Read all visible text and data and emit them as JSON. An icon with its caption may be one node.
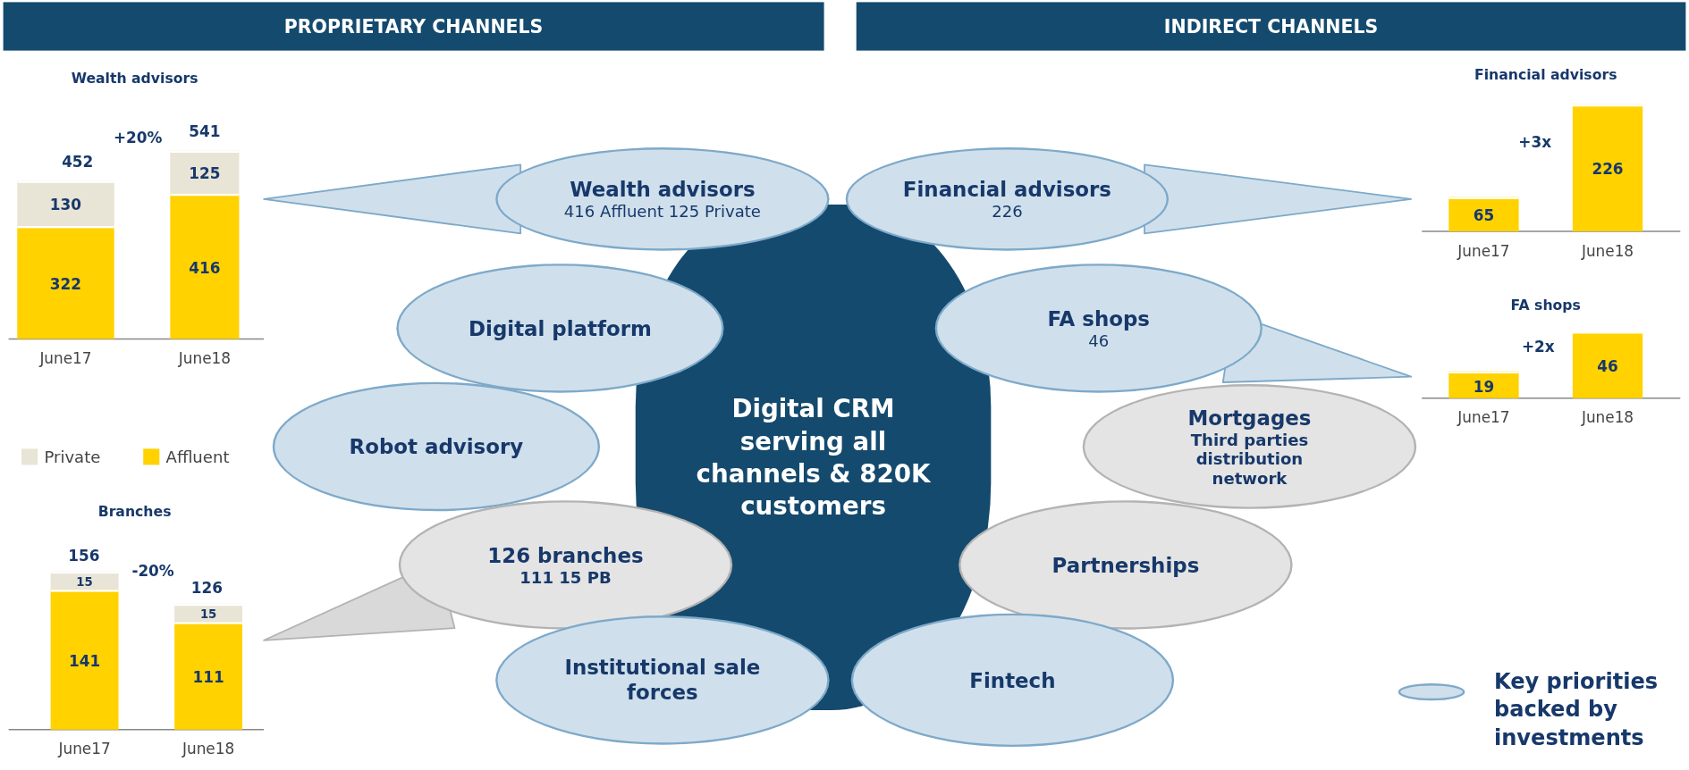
{
  "diagram": {
    "nodes": [
      {
        "text": [
          "PROPRIETARY CHANNELS"
        ]
      },
      {
        "text": [
          "INDIRECT CHANNELS"
        ]
      },
      {
        "text": [
          "Wealth advisors"
        ]
      },
      {
        "text": [
          "130"
        ],
        "in": 2
      },
      {
        "text": [
          "322"
        ],
        "in": 2,
        "beside": [
          "June17"
        ]
      },
      {
        "text": [
          "125"
        ],
        "in": 2
      },
      {
        "text": [
          "416"
        ],
        "in": 2,
        "beside": [
          "June18"
        ]
      },
      {
        "text": [
          "Wealth advisors",
          "416 Affluent 125 Private"
        ]
      },
      {
        "text": [
          "Financial advisors",
          "226"
        ]
      },
      {
        "text": [
          "Financial advisors"
        ]
      },
      {
        "text": [
          "65"
        ],
        "in": 9,
        "beside": [
          "June17"
        ]
      },
      {
        "text": [
          "226"
        ],
        "in": 9,
        "beside": [
          "June18"
        ]
      },
      {
        "text": [
          "Digital platform"
        ]
      },
      {
        "text": [
          "FA shops",
          "46"
        ]
      },
      {
        "text": [
          "FA shops"
        ]
      },
      {
        "text": [
          "19"
        ],
        "in": 14,
        "beside": [
          "June17"
        ]
      },
      {
        "text": [
          "46"
        ],
        "in": 14,
        "beside": [
          "June18"
        ]
      },
      {
        "text": [
          "Digital CRM serving all channels & 820K customers"
        ]
      },
      {
        "text": [
          "Robot advisory"
        ]
      },
      {
        "text": [
          "Mortgages",
          "Third parties distribution network"
        ]
      },
      {
        "text": [
          "Branches"
        ]
      },
      {
        "text": [
          "15"
        ],
        "in": 20
      },
      {
        "text": [
          "141"
        ],
        "in": 20,
        "beside": [
          "June17"
        ]
      },
      {
        "text": [
          "15"
        ],
        "in": 20
      },
      {
        "text": [
          "111"
        ],
        "in": 20,
        "beside": [
          "June18"
        ]
      },
      {
        "text": [
          "126 branches",
          "111 15 PB"
        ]
      },
      {
        "text": [
          "Partnerships"
        ]
      },
      {
        "text": [
          "Institutional sale forces"
        ]
      },
      {
        "text": [
          "Fintech"
        ]
      }
    ],
    "edges": [
      {
        "from": 7,
        "to": 2,
        "arrow": "none"
      },
      {
        "from": 8,
        "to": 9,
        "arrow": "none"
      },
      {
        "from": 13,
        "to": 14,
        "arrow": "none"
      },
      {
        "from": 25,
        "to": 20,
        "arrow": "none",
        "color": "#d9d9d9"
      }
    ],
    "labels": [
      "452",
      "+20%",
      "541",
      "+3x",
      "+2x",
      "156",
      "-20%",
      "126"
    ],
    "legend": [
      {
        "text": "Private",
        "color": "#e8e4d6"
      },
      {
        "text": "Affluent",
        "color": "#ffd200"
      },
      {
        "text": "Key priorities backed by investments"
      }
    ]
  }
}
